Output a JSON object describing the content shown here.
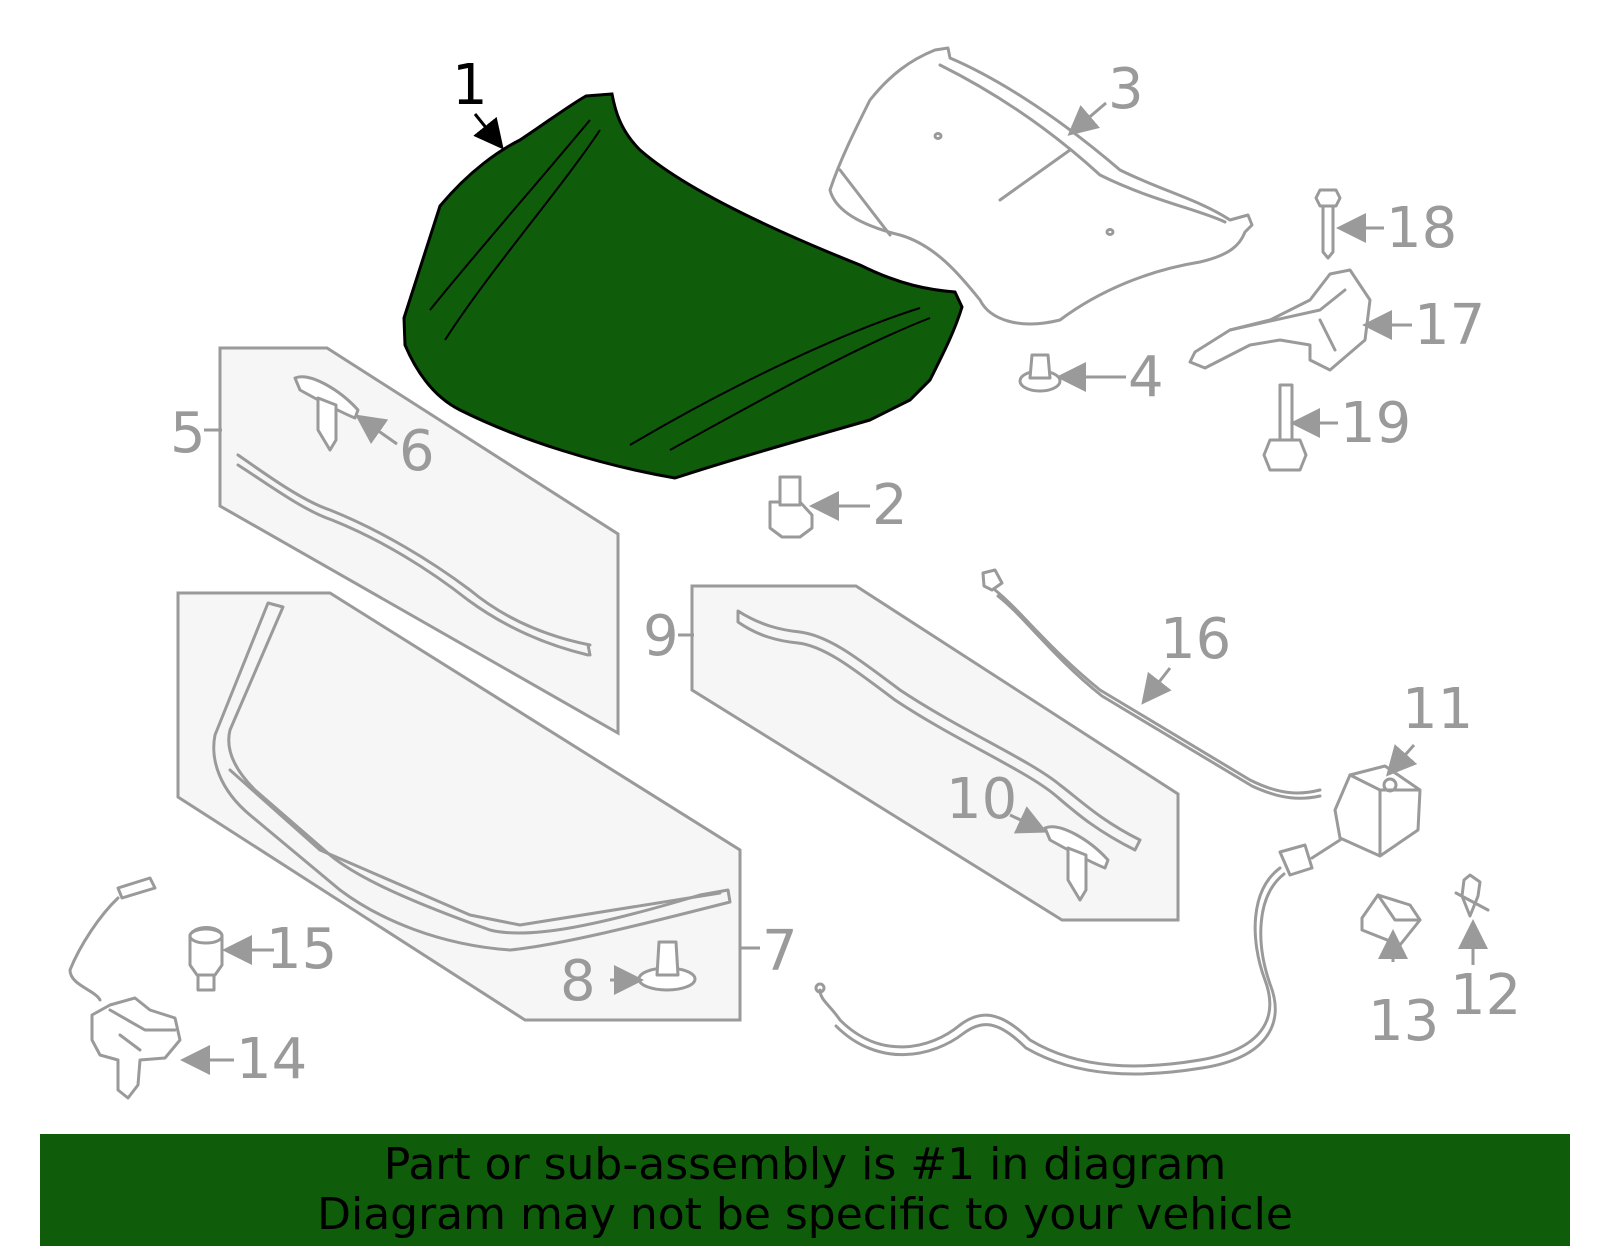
{
  "colors": {
    "highlight": "#0f5c0a",
    "line": "#9a9a9a",
    "active_line": "#000000",
    "panel": "#f6f6f6"
  },
  "callouts": [
    "1",
    "2",
    "3",
    "4",
    "5",
    "6",
    "7",
    "8",
    "9",
    "10",
    "11",
    "12",
    "13",
    "14",
    "15",
    "16",
    "17",
    "18",
    "19"
  ],
  "highlighted_part": "1",
  "banner": {
    "line1": "Part or sub-assembly is #1 in diagram",
    "line2": "Diagram may not be specific to your vehicle"
  }
}
